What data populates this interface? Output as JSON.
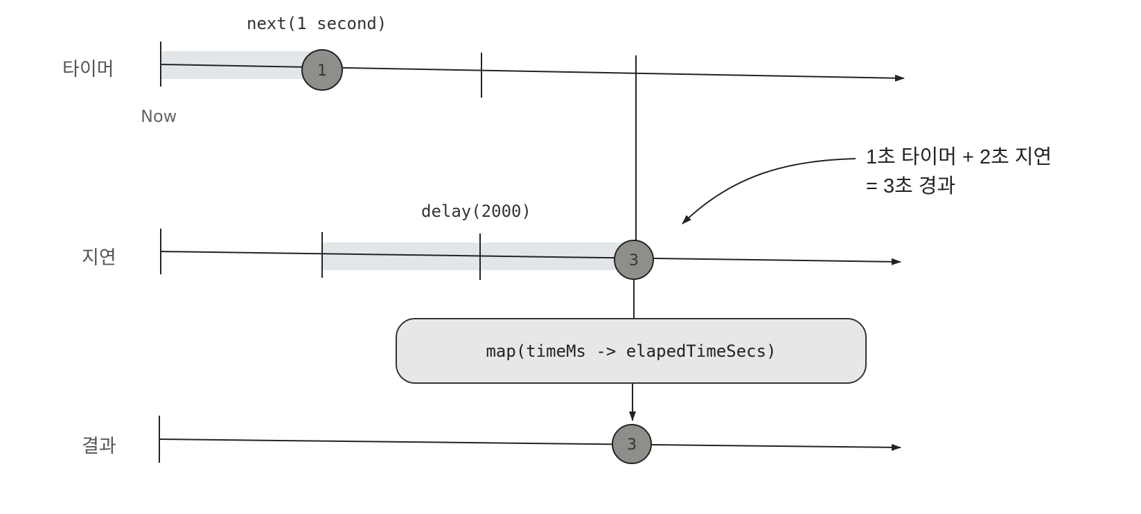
{
  "lanes": {
    "timer": "타이머",
    "delay": "지연",
    "result": "결과"
  },
  "operators": {
    "next": "next(1 second)",
    "delay": "delay(2000)",
    "map": "map(timeMs -> elapedTimeSecs)"
  },
  "markers": {
    "now": "Now"
  },
  "marbles": {
    "timer": "1",
    "delay": "3",
    "result": "3"
  },
  "annotation": {
    "line1": "1초 타이머 + 2초 지연",
    "line2": "= 3초 경과"
  },
  "colors": {
    "marble_fill": "#8e8e8a",
    "highlight": "#dfe3e6",
    "box_fill": "#e9e6ea",
    "line": "#222222"
  }
}
